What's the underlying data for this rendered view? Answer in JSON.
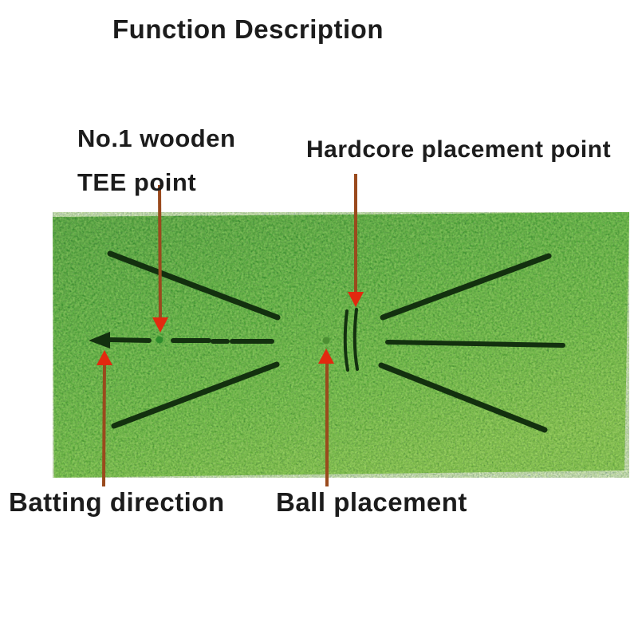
{
  "title": "Function Description",
  "labels": {
    "tee": {
      "line1": "No.1 wooden",
      "line2": "TEE point"
    },
    "hardcore": "Hardcore placement point",
    "batting": "Batting direction",
    "ball": "Ball placement"
  },
  "mat": {
    "markers": {
      "tee_point": "small dark-green dot on dashed batting line",
      "ball_placement": "small olive dot at mat center",
      "hardcore_placement": "two short vertical black marks",
      "batting_direction": "dashed black line with left-pointing arrowhead",
      "swing_paths": "four black diagonal fan lines and one right horizontal line"
    }
  },
  "colors": {
    "background": "#ffffff",
    "text": "#1c1c1c",
    "mat_green_dark": "#3c9e38",
    "mat_green_mid": "#4fb43e",
    "mat_green_bright": "#66c244",
    "mat_green_light": "#8ad14f",
    "marking_black": "#13300f",
    "arrow_shaft": "#9a4a1d",
    "arrow_head": "#e2290f",
    "tee_dot": "#2f8c2d",
    "ball_dot": "#4c8f33"
  }
}
